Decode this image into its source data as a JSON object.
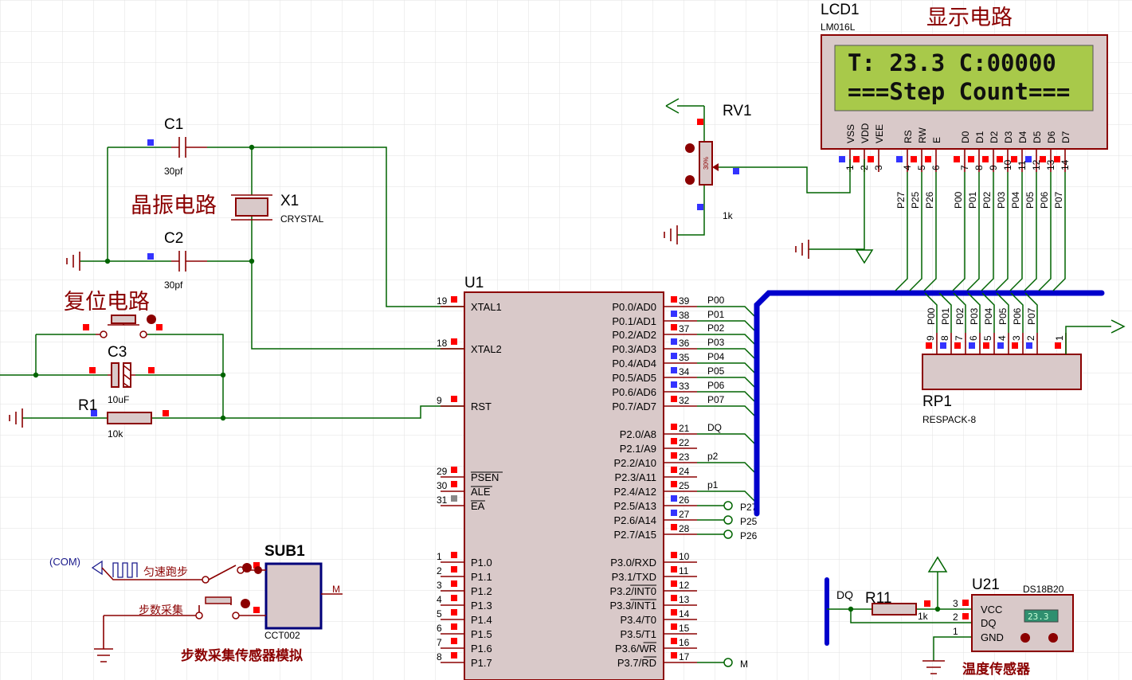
{
  "titles": {
    "display_circuit": "显示电路",
    "crystal_circuit": "晶振电路",
    "reset_circuit": "复位电路",
    "step_sensor_sim": "步数采集传感器模拟",
    "temp_sensor": "温度传感器"
  },
  "lcd": {
    "ref": "LCD1",
    "model": "LM016L",
    "line1": "T: 23.3 C:00000",
    "line2": "===Step Count===",
    "pin_names": [
      "VSS",
      "VDD",
      "VEE",
      "RS",
      "RW",
      "E",
      "D0",
      "D1",
      "D2",
      "D3",
      "D4",
      "D5",
      "D6",
      "D7"
    ],
    "pin_numbers": [
      "1",
      "2",
      "3",
      "4",
      "5",
      "6",
      "7",
      "8",
      "9",
      "10",
      "11",
      "12",
      "13",
      "14"
    ],
    "bus_labels": [
      "P27",
      "P25",
      "P26",
      "P00",
      "P01",
      "P02",
      "P03",
      "P04",
      "P05",
      "P06",
      "P07"
    ],
    "screen_color": "#a8c94a"
  },
  "rv1": {
    "ref": "RV1",
    "value": "1k",
    "percent": "30%"
  },
  "c1": {
    "ref": "C1",
    "value": "30pf"
  },
  "c2": {
    "ref": "C2",
    "value": "30pf"
  },
  "c3": {
    "ref": "C3",
    "value": "10uF"
  },
  "x1": {
    "ref": "X1",
    "value": "CRYSTAL"
  },
  "r1": {
    "ref": "R1",
    "value": "10k"
  },
  "u1": {
    "ref": "U1",
    "left_pins": [
      {
        "num": "19",
        "name": "XTAL1"
      },
      {
        "num": "18",
        "name": "XTAL2"
      },
      {
        "num": "9",
        "name": "RST"
      },
      {
        "num": "29",
        "name": "PSEN"
      },
      {
        "num": "30",
        "name": "ALE"
      },
      {
        "num": "31",
        "name": "EA"
      },
      {
        "num": "1",
        "name": "P1.0"
      },
      {
        "num": "2",
        "name": "P1.1"
      },
      {
        "num": "3",
        "name": "P1.2"
      },
      {
        "num": "4",
        "name": "P1.3"
      },
      {
        "num": "5",
        "name": "P1.4"
      },
      {
        "num": "6",
        "name": "P1.5"
      },
      {
        "num": "7",
        "name": "P1.6"
      },
      {
        "num": "8",
        "name": "P1.7"
      }
    ],
    "right_pins": [
      {
        "num": "39",
        "name": "P0.0/AD0",
        "net": "P00"
      },
      {
        "num": "38",
        "name": "P0.1/AD1",
        "net": "P01"
      },
      {
        "num": "37",
        "name": "P0.2/AD2",
        "net": "P02"
      },
      {
        "num": "36",
        "name": "P0.3/AD3",
        "net": "P03"
      },
      {
        "num": "35",
        "name": "P0.4/AD4",
        "net": "P04"
      },
      {
        "num": "34",
        "name": "P0.5/AD5",
        "net": "P05"
      },
      {
        "num": "33",
        "name": "P0.6/AD6",
        "net": "P06"
      },
      {
        "num": "32",
        "name": "P0.7/AD7",
        "net": "P07"
      },
      {
        "num": "21",
        "name": "P2.0/A8",
        "net": "DQ"
      },
      {
        "num": "22",
        "name": "P2.1/A9",
        "net": ""
      },
      {
        "num": "23",
        "name": "P2.2/A10",
        "net": "p2"
      },
      {
        "num": "24",
        "name": "P2.3/A11",
        "net": ""
      },
      {
        "num": "25",
        "name": "P2.4/A12",
        "net": "p1"
      },
      {
        "num": "26",
        "name": "P2.5/A13",
        "net": "P27"
      },
      {
        "num": "27",
        "name": "P2.6/A14",
        "net": "P25"
      },
      {
        "num": "28",
        "name": "P2.7/A15",
        "net": "P26"
      },
      {
        "num": "10",
        "name": "P3.0/RXD",
        "net": ""
      },
      {
        "num": "11",
        "name": "P3.1/TXD",
        "net": ""
      },
      {
        "num": "12",
        "name": "P3.2/INT0",
        "net": ""
      },
      {
        "num": "13",
        "name": "P3.3/INT1",
        "net": ""
      },
      {
        "num": "14",
        "name": "P3.4/T0",
        "net": ""
      },
      {
        "num": "15",
        "name": "P3.5/T1",
        "net": ""
      },
      {
        "num": "16",
        "name": "P3.6/WR",
        "net": ""
      },
      {
        "num": "17",
        "name": "P3.7/RD",
        "net": "M"
      }
    ]
  },
  "rp1": {
    "ref": "RP1",
    "value": "RESPACK-8",
    "pin_numbers": [
      "9",
      "8",
      "7",
      "6",
      "5",
      "4",
      "3",
      "2",
      "1"
    ],
    "bus_labels": [
      "P00",
      "P01",
      "P02",
      "P03",
      "P04",
      "P05",
      "P06",
      "P07"
    ]
  },
  "sub1": {
    "ref": "SUB1",
    "value": "CCT002",
    "com_label": "(COM)",
    "switch1_label": "匀速跑步",
    "switch2_label": "步数采集",
    "out_label": "M"
  },
  "u21": {
    "ref": "U21",
    "model": "DS18B20",
    "pins": [
      {
        "num": "3",
        "name": "VCC"
      },
      {
        "num": "2",
        "name": "DQ"
      },
      {
        "num": "1",
        "name": "GND"
      }
    ],
    "reading": "23.3",
    "bus_label": "DQ"
  },
  "r11": {
    "ref": "R11",
    "value": "1k"
  },
  "colors": {
    "wire": "#006400",
    "component": "#8b0000",
    "bus": "#0000cc",
    "title": "#8b0000",
    "pin_red": "#ff0000",
    "pin_blue": "#3333ff",
    "body": "#d9c9c9"
  }
}
